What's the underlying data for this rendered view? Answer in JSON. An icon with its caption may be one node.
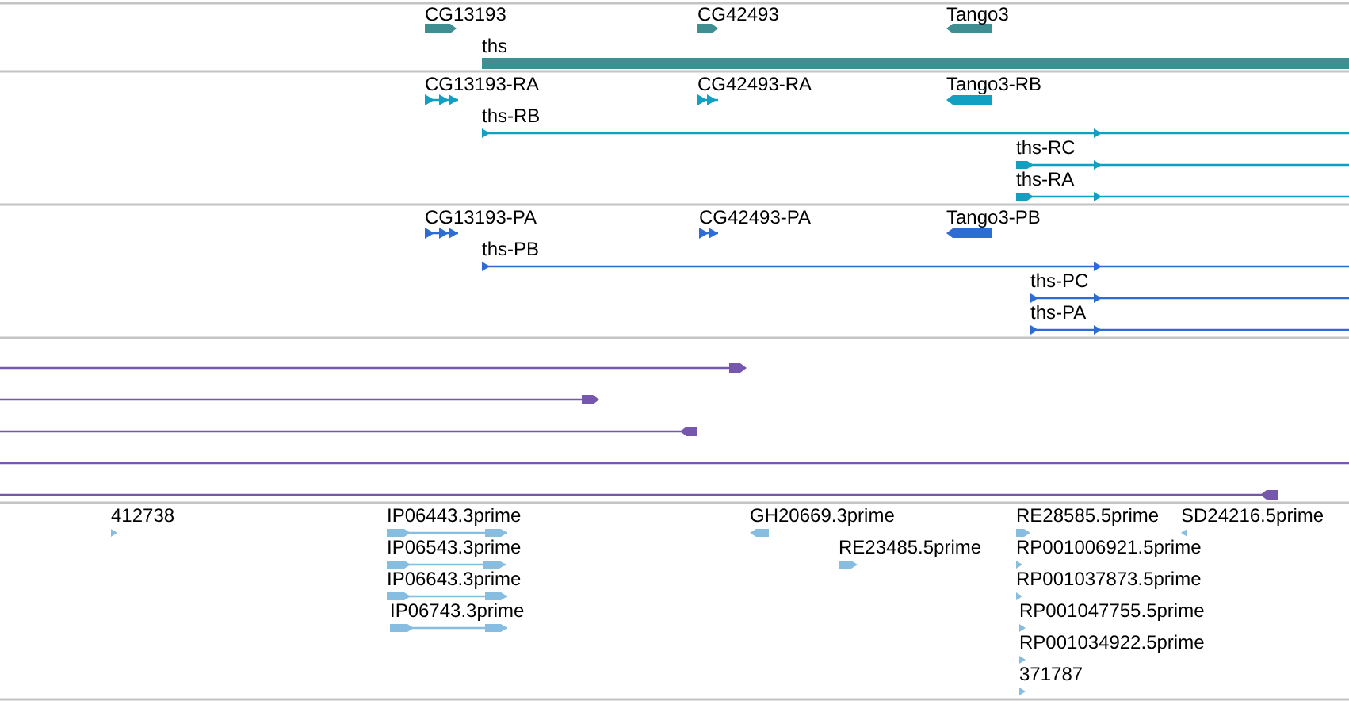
{
  "diagram": {
    "labels": [
      "CG13193",
      "CG42493",
      "Tango3",
      "ths",
      "CG13193-RA",
      "CG42493-RA",
      "Tango3-RB",
      "ths-RB",
      "ths-RC",
      "ths-RA",
      "CG13193-PA",
      "CG42493-PA",
      "Tango3-PB",
      "ths-PB",
      "ths-PC",
      "ths-PA",
      "412738",
      "IP06443.3prime",
      "GH20669.3prime",
      "RE28585.5prime",
      "SD24216.5prime",
      "IP06543.3prime",
      "RE23485.5prime",
      "RP001006921.5prime",
      "IP06643.3prime",
      "RP001037873.5prime",
      "IP06743.3prime",
      "RP001047755.5prime",
      "RP001034922.5prime",
      "371787"
    ]
  }
}
